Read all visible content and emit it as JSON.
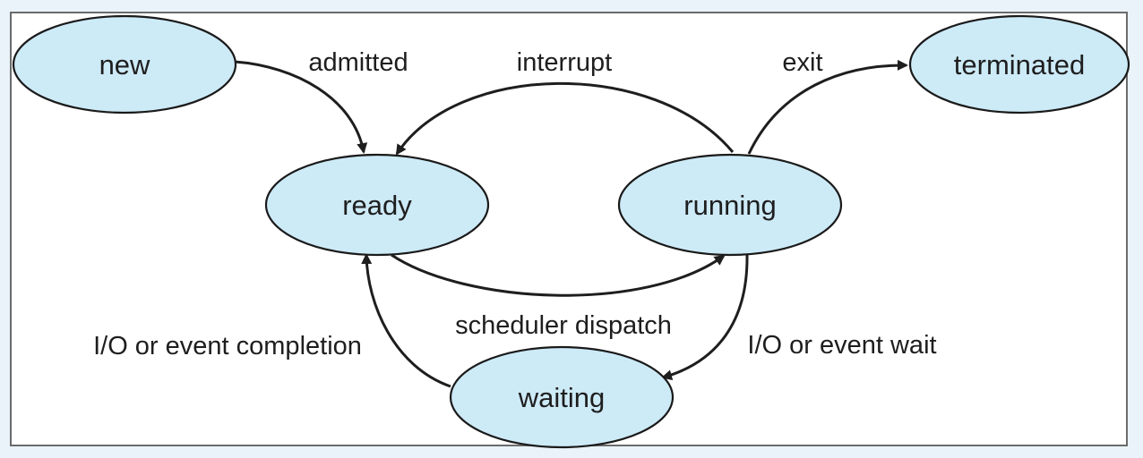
{
  "diagram": {
    "states": {
      "new": "new",
      "ready": "ready",
      "running": "running",
      "terminated": "terminated",
      "waiting": "waiting"
    },
    "transitions": {
      "admitted": "admitted",
      "interrupt": "interrupt",
      "exit": "exit",
      "scheduler_dispatch": "scheduler dispatch",
      "io_event_completion": "I/O or event completion",
      "io_event_wait": "I/O or event wait"
    },
    "colors": {
      "state_fill": "#cdeaf7",
      "background": "#e9f3f9"
    }
  }
}
